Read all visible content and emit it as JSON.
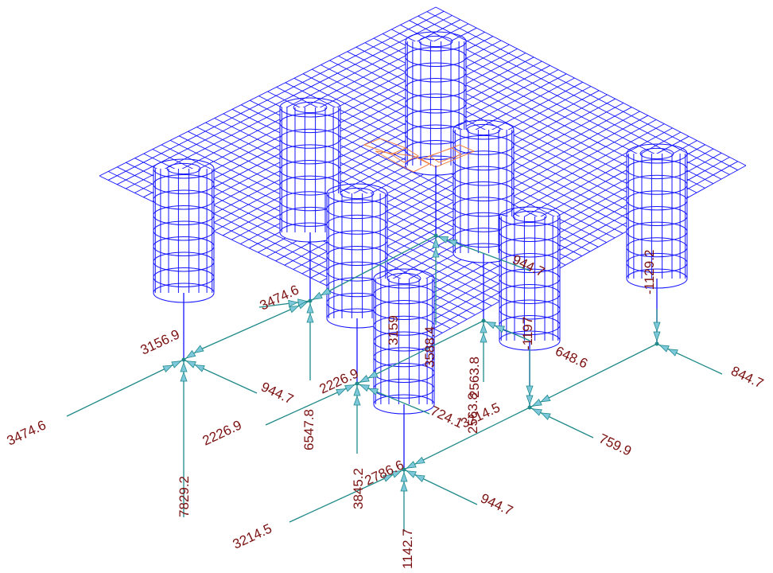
{
  "colors": {
    "mesh": "#1414ff",
    "support": "#208a8a",
    "label": "#7a1010",
    "marker": "#f08040",
    "arrowFill": "#7ec8dc"
  },
  "labels": {
    "support_a_left": "3474.6",
    "support_a_top": "3156.9",
    "support_a_right": "944.7",
    "support_a_down": "7829.2",
    "support_b_top": "3474.6",
    "support_b_down": "6547.8",
    "support_c_left": "2226.9",
    "support_c_top": "2226.9",
    "support_c_up": "3159",
    "support_c_right": "724.1",
    "support_c_down": "3845.2",
    "support_d_left": "3214.5",
    "support_d_top": "2786.6",
    "support_d_right": "944.7",
    "support_d_down": "1142.7",
    "support_center_up": "3588.4",
    "support_e_up": "2563.8",
    "support_e_right": "944.7",
    "support_f_up": "-1197",
    "support_f_right": "648.6",
    "support_g_left": "3214.5",
    "support_g_up": "2563.8",
    "support_g_right": "759.9",
    "support_h_up": "-1129.2",
    "support_h_right": "844.7"
  }
}
